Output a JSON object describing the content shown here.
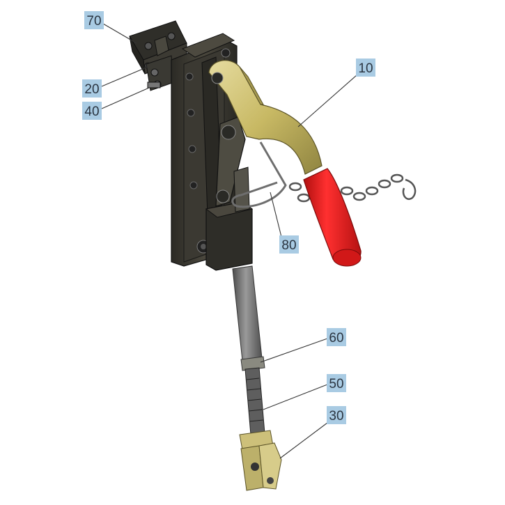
{
  "callouts": [
    {
      "id": "c70",
      "label": "70"
    },
    {
      "id": "c20",
      "label": "20"
    },
    {
      "id": "c40",
      "label": "40"
    },
    {
      "id": "c10",
      "label": "10"
    },
    {
      "id": "c80",
      "label": "80"
    },
    {
      "id": "c60",
      "label": "60"
    },
    {
      "id": "c50",
      "label": "50"
    },
    {
      "id": "c30",
      "label": "30"
    }
  ],
  "colors": {
    "callout_background": "#a9cbe3",
    "frame_dark": "#3d3b33",
    "lever_brass": "#cfc277",
    "handle_red": "#e21f1f",
    "rod_grey": "#6e6e6e"
  }
}
